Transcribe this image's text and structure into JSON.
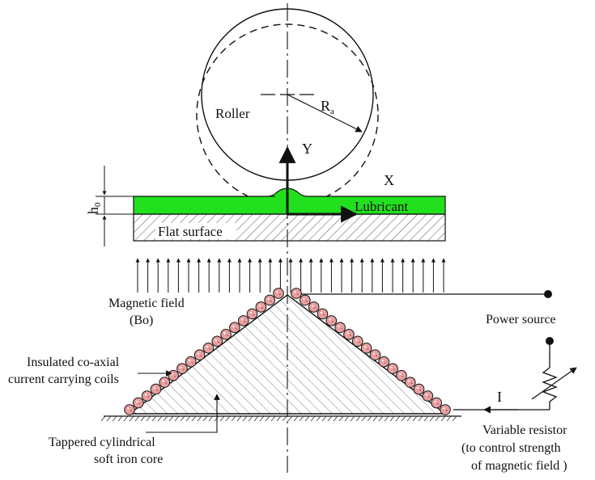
{
  "labels": {
    "roller": "Roller",
    "radius": "R",
    "radius_sub": "a",
    "y_axis": "Y",
    "x_axis": "X",
    "film_thickness": "h",
    "film_thickness_sub": "0",
    "lubricant": "Lubricant",
    "flat_surface": "Flat surface",
    "magnetic_field_line1": "Magnetic field",
    "magnetic_field_line2": "(Bo)",
    "power_source": "Power source",
    "coils_line1": "Insulated co-axial",
    "coils_line2": "current carrying coils",
    "core_line1": "Tappered cylindrical",
    "core_line2": "soft iron core",
    "current": "I",
    "resistor_line1": "Variable resistor",
    "resistor_line2": "(to control strength",
    "resistor_line3": "of magnetic field )"
  },
  "colors": {
    "lubricant": "#22e01e",
    "coil": "#e8a0a0",
    "line": "#111111"
  },
  "field_arrows": 31,
  "coils_per_side": 18
}
